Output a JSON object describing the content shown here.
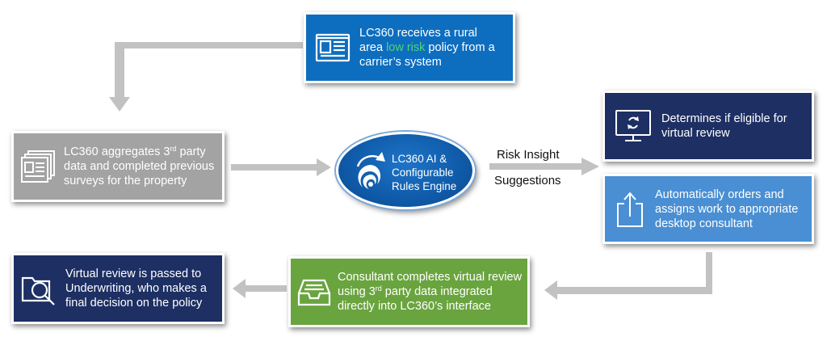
{
  "colors": {
    "blue": "#0d6ec0",
    "gray": "#a3a3a3",
    "navy": "#1d2f63",
    "light_blue": "#4a8fd3",
    "green": "#6aa43f",
    "highlight": "#4fd37c",
    "arrow": "#c2c2c2"
  },
  "receive": {
    "icon": "newspaper-icon",
    "line1": "LC360 receives a rural",
    "line2_pre": "area ",
    "line2_highlight": "low risk",
    "line2_post": " policy from a",
    "line3": "carrier’s system"
  },
  "aggregate": {
    "icon": "newspaper-stack-icon",
    "line1_pre": "LC360 aggregates 3",
    "line1_sup": "rd",
    "line1_post": " party",
    "line2": "data and completed previous",
    "line3": "surveys for the property"
  },
  "engine": {
    "icon": "ai-swirl-logo-icon",
    "line1": "LC360 AI &",
    "line2": "Configurable",
    "line3": "Rules Engine"
  },
  "labels": {
    "risk_insight": "Risk Insight",
    "suggestions": "Suggestions"
  },
  "eligible": {
    "icon": "monitor-refresh-icon",
    "line1": "Determines if eligible for",
    "line2": "virtual review"
  },
  "orders": {
    "icon": "share-upload-icon",
    "line1": "Automatically orders and",
    "line2": "assigns work to appropriate",
    "line3": "desktop consultant"
  },
  "consultant": {
    "icon": "inbox-tray-icon",
    "line1": "Consultant completes virtual review",
    "line2_pre": "using 3",
    "line2_sup": "rd",
    "line2_post": " party data integrated",
    "line3": "directly into LC360’s interface"
  },
  "underwriting": {
    "icon": "folder-search-icon",
    "line1": "Virtual review is passed to",
    "line2": "Underwriting, who makes a",
    "line3": "final decision on the policy"
  }
}
